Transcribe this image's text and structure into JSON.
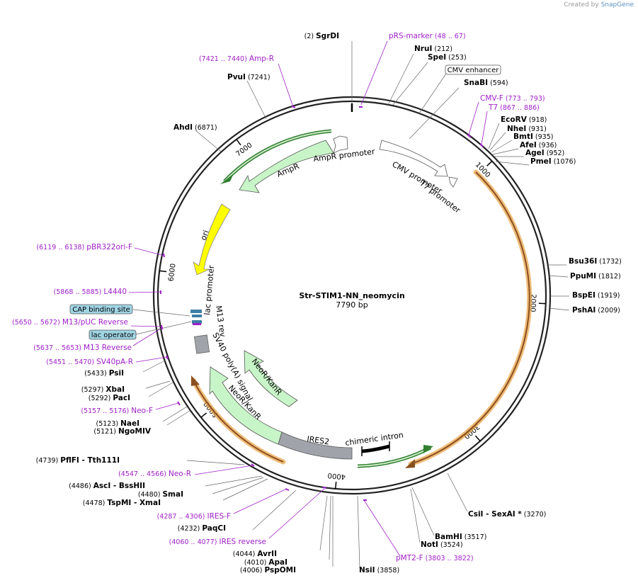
{
  "credit": {
    "prefix": "Created by",
    "brand": "SnapGene"
  },
  "plasmid": {
    "name": "Str-STIM1-NN_neomycin",
    "length_label": "7790 bp",
    "length": 7790
  },
  "colors": {
    "enzyme": "#000000",
    "primer": "#a020c8",
    "backbone": "#222222",
    "orf_orange": "#e8a040",
    "orf_green": "#2f7f2f",
    "ori": "#ffff00",
    "promoter": "#ffffff",
    "resistance": "#c8f5c8",
    "ires": "#a0a4aa",
    "feature_box": "#9fd4e3"
  },
  "ticks": [
    {
      "bp": 1000,
      "label": "1000"
    },
    {
      "bp": 2000,
      "label": "2000"
    },
    {
      "bp": 3000,
      "label": "3000"
    },
    {
      "bp": 4000,
      "label": "4000"
    },
    {
      "bp": 5000,
      "label": "5000"
    },
    {
      "bp": 6000,
      "label": "6000"
    },
    {
      "bp": 7000,
      "label": "7000"
    }
  ],
  "enzymes": [
    {
      "name": "SgrDI",
      "pos": "(2)"
    },
    {
      "name": "NruI",
      "pos": "(212)"
    },
    {
      "name": "SpeI",
      "pos": "(253)"
    },
    {
      "name": "SnaBI",
      "pos": "(594)"
    },
    {
      "name": "EcoRV",
      "pos": "(918)"
    },
    {
      "name": "NheI",
      "pos": "(931)"
    },
    {
      "name": "BmtI",
      "pos": "(935)"
    },
    {
      "name": "AfeI",
      "pos": "(936)"
    },
    {
      "name": "AgeI",
      "pos": "(952)"
    },
    {
      "name": "PmeI",
      "pos": "(1076)"
    },
    {
      "name": "Bsu36I",
      "pos": "(1732)"
    },
    {
      "name": "PpuMI",
      "pos": "(1812)"
    },
    {
      "name": "BspEI",
      "pos": "(1919)"
    },
    {
      "name": "PshAI",
      "pos": "(2009)"
    },
    {
      "name": "CsiI  - SexAI *",
      "pos": "(3270)"
    },
    {
      "name": "BamHI",
      "pos": "(3517)"
    },
    {
      "name": "NotI",
      "pos": "(3524)"
    },
    {
      "name": "NsiI",
      "pos": "(3858)"
    },
    {
      "name": "PspOMI",
      "pos": "(4006)"
    },
    {
      "name": "ApaI",
      "pos": "(4010)"
    },
    {
      "name": "AvrII",
      "pos": "(4044)"
    },
    {
      "name": "PaqCI",
      "pos": "(4232)"
    },
    {
      "name": "TspMI  - XmaI",
      "pos": "(4478)"
    },
    {
      "name": "SmaI",
      "pos": "(4480)"
    },
    {
      "name": "AscI  - BssHII",
      "pos": "(4486)"
    },
    {
      "name": "PflFI  - Tth111I",
      "pos": "(4739)"
    },
    {
      "name": "NgoMIV",
      "pos": "(5121)"
    },
    {
      "name": "NaeI",
      "pos": "(5123)"
    },
    {
      "name": "PacI",
      "pos": "(5292)"
    },
    {
      "name": "XbaI",
      "pos": "(5297)"
    },
    {
      "name": "PsiI",
      "pos": "(5433)"
    },
    {
      "name": "AhdI",
      "pos": "(6871)"
    },
    {
      "name": "PvuI",
      "pos": "(7241)"
    }
  ],
  "primers": [
    {
      "name": "pRS-marker",
      "range": "(48 .. 67)"
    },
    {
      "name": "CMV-F",
      "range": "(773 .. 793)"
    },
    {
      "name": "T7",
      "range": "(867 .. 886)"
    },
    {
      "name": "pMT2-F",
      "range": "(3803 .. 3822)"
    },
    {
      "name": "IRES reverse",
      "range": "(4060 .. 4077)"
    },
    {
      "name": "IRES-F",
      "range": "(4287 .. 4306)"
    },
    {
      "name": "Neo-R",
      "range": "(4547 .. 4566)"
    },
    {
      "name": "Neo-F",
      "range": "(5157 .. 5176)"
    },
    {
      "name": "SV40pA-R",
      "range": "(5451 .. 5470)"
    },
    {
      "name": "M13 Reverse",
      "range": "(5637 .. 5653)"
    },
    {
      "name": "M13/pUC Reverse",
      "range": "(5650 .. 5672)"
    },
    {
      "name": "L4440",
      "range": "(5868 .. 5885)"
    },
    {
      "name": "pBR322ori-F",
      "range": "(6119 .. 6138)"
    },
    {
      "name": "Amp-R",
      "range": "(7421 .. 7440)"
    }
  ],
  "boxed_features": [
    "CMV enhancer",
    "CAP binding site",
    "lac operator"
  ],
  "features": {
    "ampr_promoter": "AmpR promoter",
    "ampr": "AmpR",
    "cmv_promoter": "CMV promoter",
    "t7_promoter": "T7 promoter",
    "ori": "ori",
    "lac_promoter": "lac promoter",
    "m13_rev": "M13 rev",
    "sv40": "SV40 poly(A) signal",
    "neor1": "NeoR/KanR",
    "neor2": "NeoR/KanR",
    "ires2": "IRES2",
    "chimeric_intron": "chimeric intron"
  }
}
